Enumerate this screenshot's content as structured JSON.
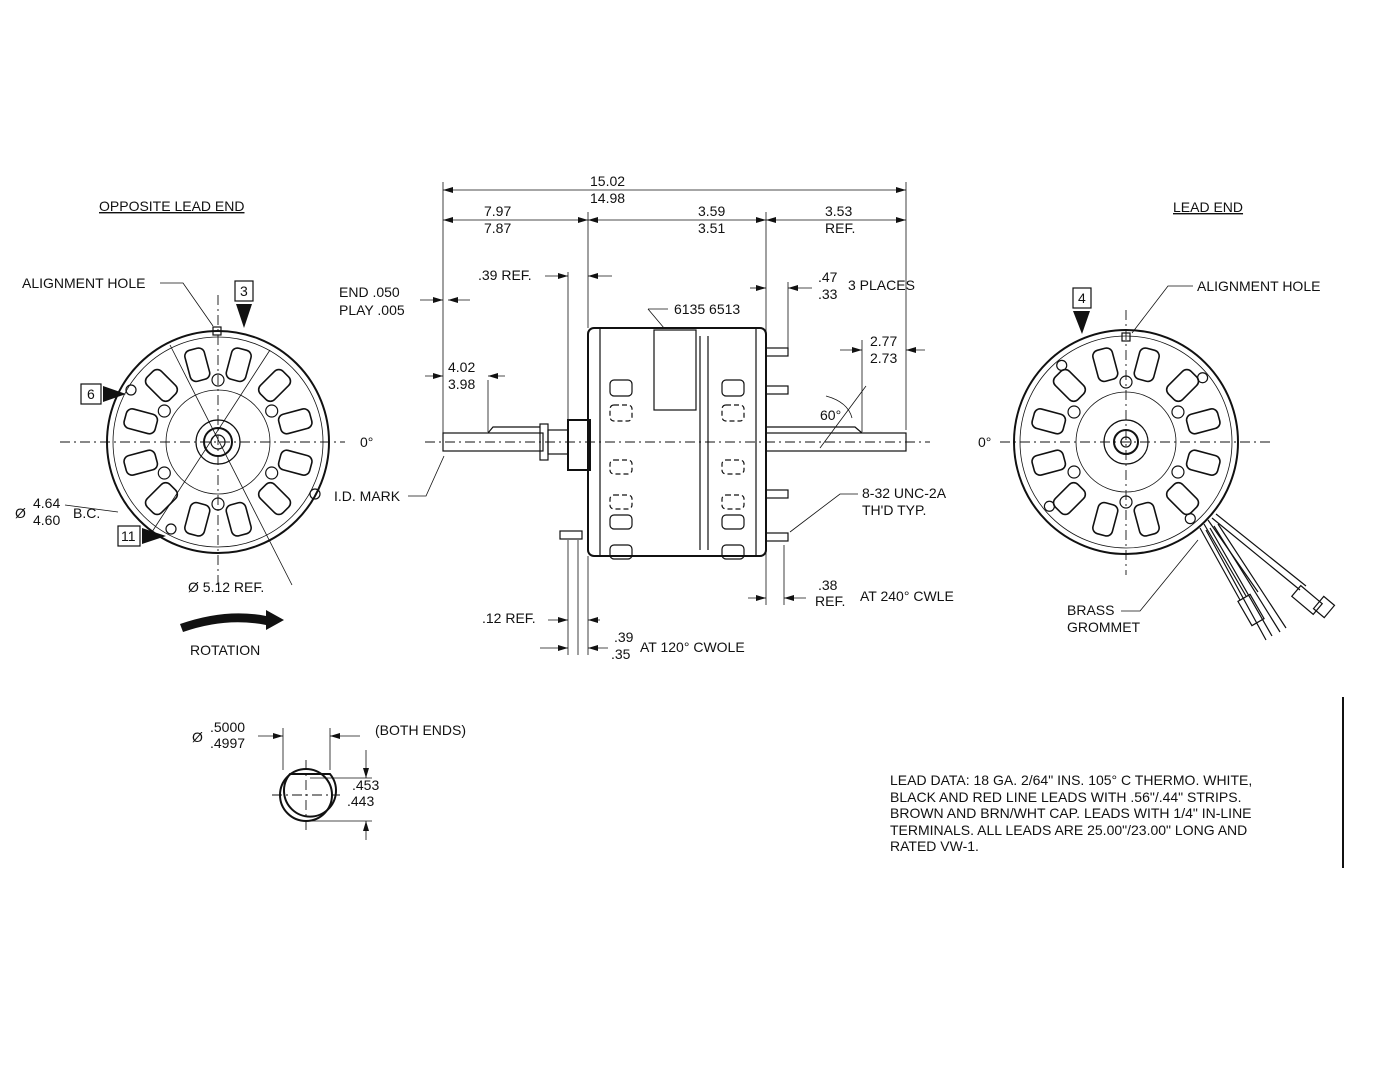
{
  "views": {
    "opposite_lead_end": {
      "title": "OPPOSITE LEAD END",
      "alignment_hole": "ALIGNMENT HOLE",
      "callouts": [
        "3",
        "6",
        "11"
      ],
      "zero_deg": "0°",
      "bc_dia_upper": "4.64",
      "bc_dia_lower": "4.60",
      "bc_label": "B.C.",
      "dia_symbol": "Ø",
      "outer_dia": "Ø 5.12 REF.",
      "rotation": "ROTATION"
    },
    "lead_end": {
      "title": "LEAD END",
      "alignment_hole": "ALIGNMENT HOLE",
      "callout": "4",
      "zero_deg": "0°",
      "brass_grommet_line1": "BRASS",
      "brass_grommet_line2": "GROMMET"
    },
    "side": {
      "overall_upper": "15.02",
      "overall_lower": "14.98",
      "dim_797": "7.97",
      "dim_787": "7.87",
      "dim_359": "3.59",
      "dim_351": "3.51",
      "dim_353": "3.53",
      "ref": "REF.",
      "ref_39": ".39 REF.",
      "end_play_1": "END  .050",
      "end_play_2": "PLAY .005",
      "part_no": "6135 6513",
      "dim_47": ".47",
      "dim_33": ".33",
      "three_places": "3 PLACES",
      "dim_277": "2.77",
      "dim_273": "2.73",
      "dim_402": "4.02",
      "dim_398": "3.98",
      "angle_60": "60°",
      "id_mark": "I.D. MARK",
      "thread_1": "8-32 UNC-2A",
      "thread_2": "TH'D TYP.",
      "dim_38": ".38",
      "ref_38": "REF.",
      "cwle_240": "AT 240° CWLE",
      "ref_12": ".12 REF.",
      "dim_39b": ".39",
      "dim_35": ".35",
      "cwole_120": "AT 120° CWOLE"
    },
    "shaft": {
      "dia_symbol": "Ø",
      "dia_upper": ".5000",
      "dia_lower": ".4997",
      "both_ends": "(BOTH ENDS)",
      "flat_upper": ".453",
      "flat_lower": ".443"
    }
  },
  "lead_data": {
    "lines": [
      "LEAD DATA:  18 GA. 2/64\" INS. 105° C THERMO.  WHITE,",
      "BLACK AND RED LINE LEADS WITH .56\"/.44\" STRIPS.",
      "BROWN AND BRN/WHT CAP. LEADS WITH 1/4\" IN-LINE",
      "TERMINALS.  ALL LEADS ARE 25.00\"/23.00\" LONG AND",
      "RATED VW-1."
    ]
  }
}
